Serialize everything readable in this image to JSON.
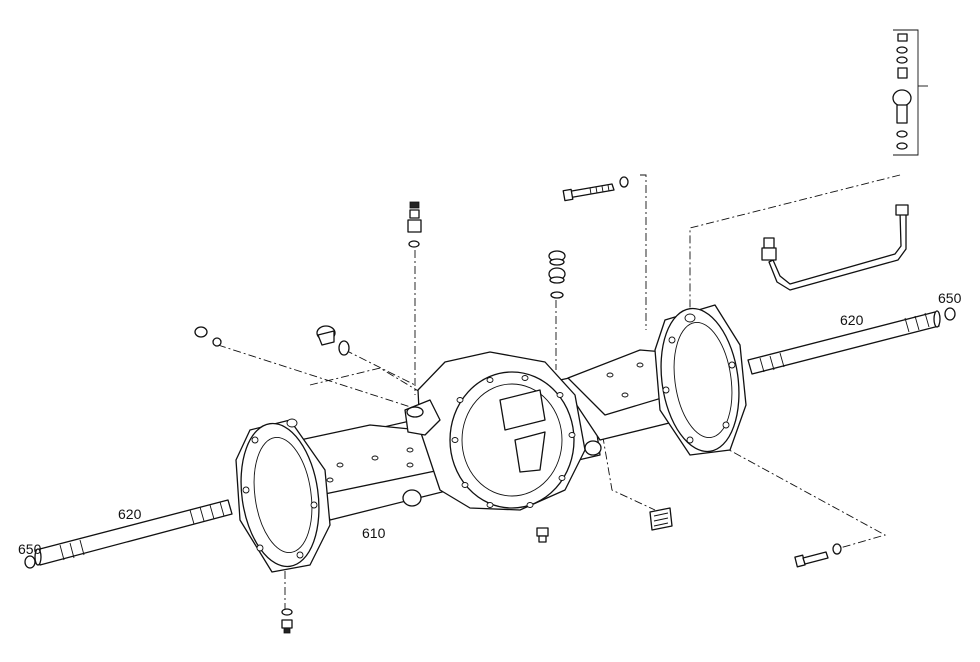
{
  "labels": {
    "housing": "610",
    "shaft_left": "620",
    "shaft_right": "620",
    "ring_left": "650",
    "ring_right": "650"
  },
  "colors": {
    "line": "#111111",
    "background": "#ffffff"
  }
}
